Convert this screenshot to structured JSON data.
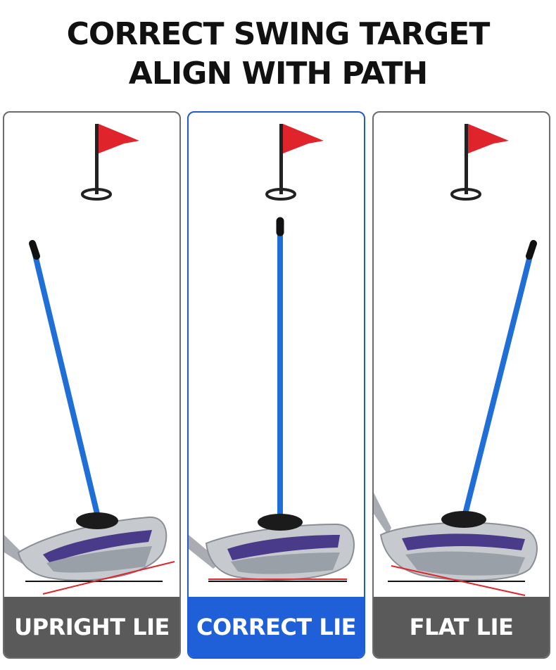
{
  "title": {
    "line1": "CORRECT SWING TARGET",
    "line2": "ALIGN WITH PATH"
  },
  "panels": [
    {
      "label": "UPRIGHT LIE",
      "highlighted": false
    },
    {
      "label": "CORRECT LIE",
      "highlighted": true
    },
    {
      "label": "FLAT LIE",
      "highlighted": false
    }
  ],
  "colors": {
    "flag": "#e0242c",
    "stick": "#1f6fd6",
    "highlight": "#1f5fd8",
    "label_bg": "#5a5a5a",
    "lie_line": "#e0242c"
  },
  "icons": [
    "flag-hole-icon",
    "alignment-stick",
    "golf-iron-club"
  ]
}
